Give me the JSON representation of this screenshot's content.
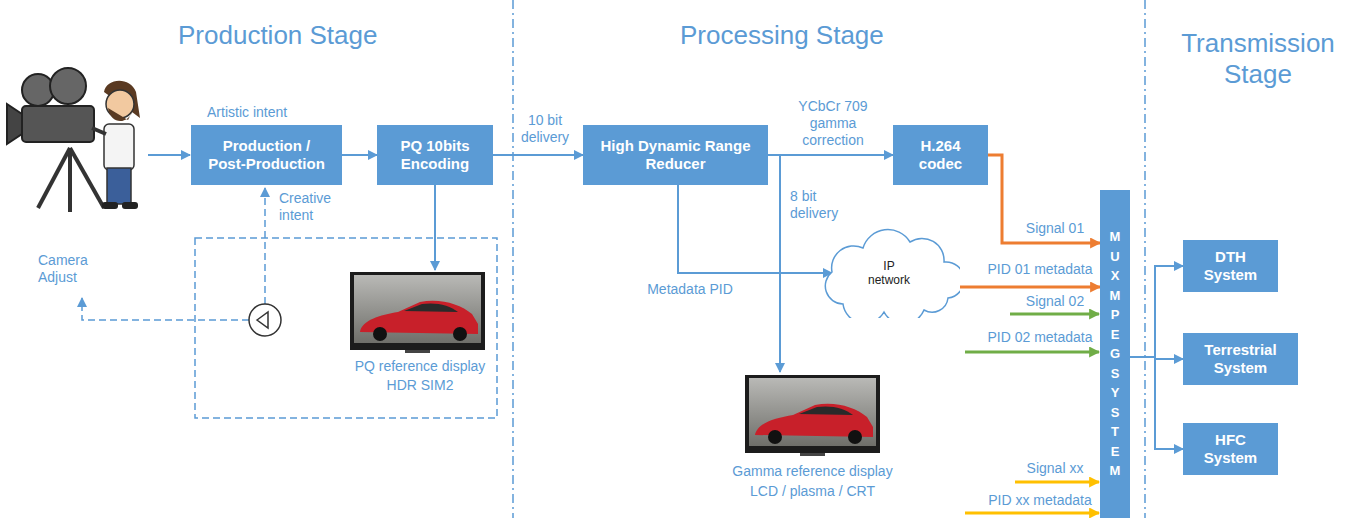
{
  "diagram": {
    "nodes": [
      {
        "text": [
          "Production / Post-Production"
        ]
      },
      {
        "text": [
          "PQ 10bits Encoding"
        ]
      },
      {
        "text": [
          "High Dynamic Range Reducer"
        ]
      },
      {
        "text": [
          "H.264 codec"
        ]
      },
      {
        "text": [
          "IP network"
        ]
      },
      {
        "text": [
          "MUX MPEG SYSTEM"
        ]
      },
      {
        "text": [
          "DTH System"
        ]
      },
      {
        "text": [
          "Terrestrial System"
        ]
      },
      {
        "text": [
          "HFC System"
        ]
      }
    ],
    "edges": [
      {
        "from": 0,
        "to": 1,
        "arrow": "to"
      },
      {
        "from": 1,
        "to": 2,
        "label": "10 bit delivery",
        "arrow": "to"
      },
      {
        "from": 2,
        "to": 3,
        "label": "YCbCr 709 gamma correction",
        "arrow": "to"
      },
      {
        "from": 2,
        "to": 4,
        "label": "Metadata PID",
        "arrow": "to"
      },
      {
        "from": 3,
        "to": 5,
        "label": "Signal 01",
        "arrow": "to"
      },
      {
        "from": 4,
        "to": 5,
        "label": "PID 01 metadata",
        "arrow": "to"
      },
      {
        "from": 5,
        "to": 6,
        "arrow": "to"
      },
      {
        "from": 5,
        "to": 7,
        "arrow": "to"
      },
      {
        "from": 5,
        "to": 8,
        "arrow": "to"
      }
    ],
    "labels": [
      "Production Stage",
      "Processing Stage",
      "Transmission Stage",
      "Artistic intent",
      "Creative intent",
      "Camera Adjust",
      "PQ reference display",
      "HDR SIM2",
      "8 bit delivery",
      "Gamma reference display",
      "LCD / plasma / CRT",
      "Signal 02",
      "PID 02 metadata",
      "Signal xx",
      "PID xx metadata"
    ]
  }
}
